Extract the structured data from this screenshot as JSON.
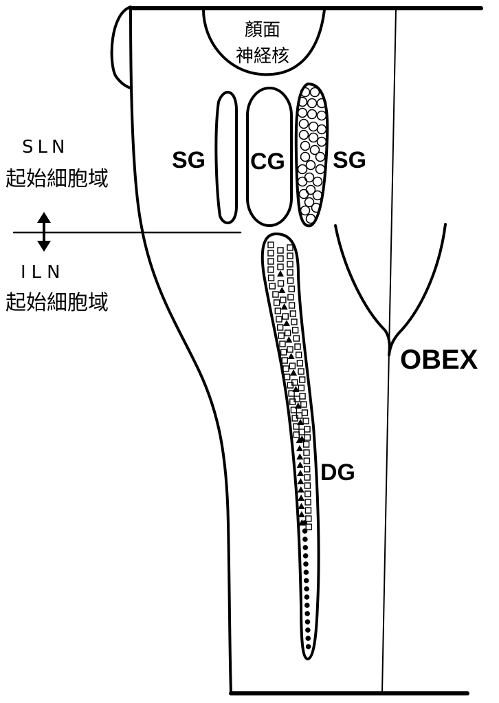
{
  "diagram": {
    "nucleus_label_line1": "顏面",
    "nucleus_label_line2": "神経核",
    "sg_left_label": "SG",
    "cg_label": "CG",
    "sg_right_label": "SG",
    "dg_label": "DG",
    "obex_label": "OBEX",
    "sln_label": "SLN",
    "sln_sub_label": "起始細胞域",
    "iln_label": "ILN",
    "iln_sub_label": "起始細胞域"
  },
  "colors": {
    "ink": "#000000",
    "background": "#ffffff"
  }
}
